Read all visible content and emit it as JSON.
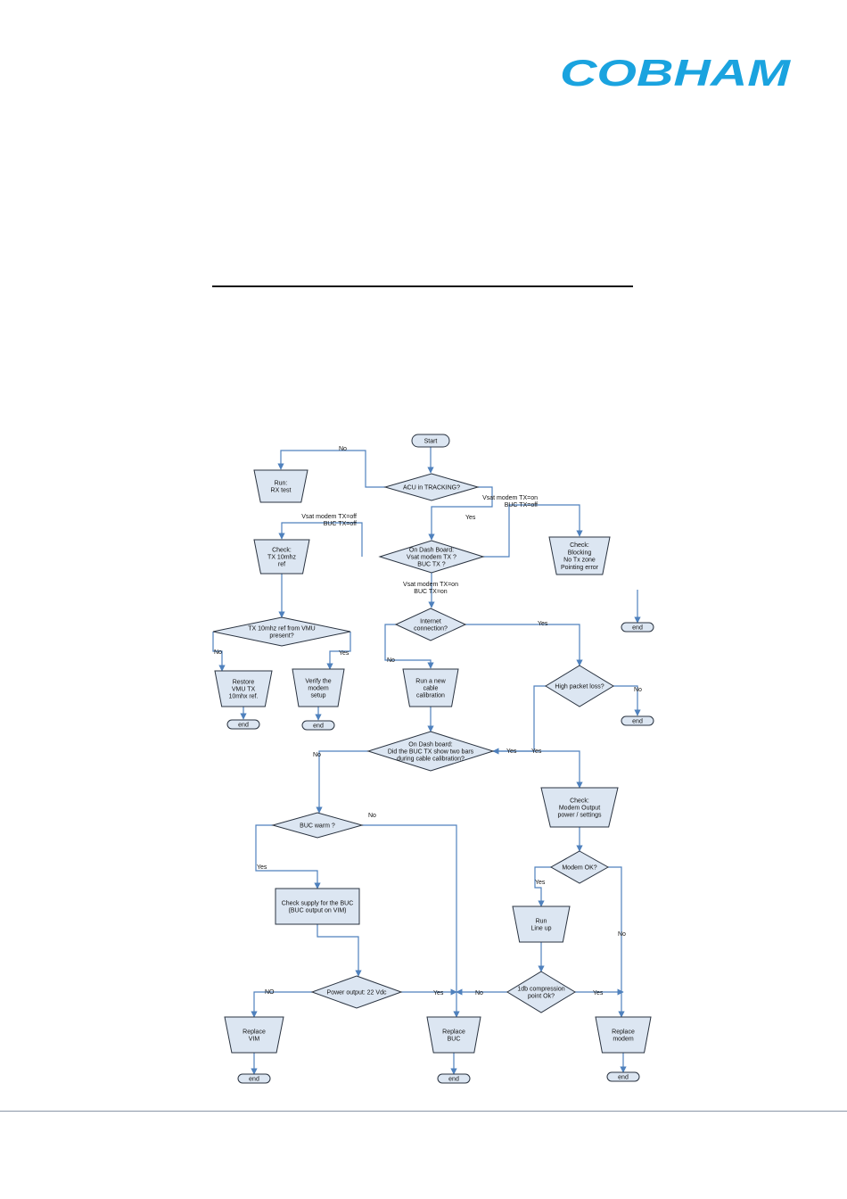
{
  "header": {
    "logo_text": "COBHAM",
    "brand_color": "#1aa3df"
  },
  "flowchart": {
    "nodes": [
      {
        "id": "start",
        "shape": "terminal",
        "lines": [
          "Start"
        ]
      },
      {
        "id": "acu",
        "shape": "decision",
        "lines": [
          "ACU in TRACKING?"
        ]
      },
      {
        "id": "rx",
        "shape": "manual",
        "lines": [
          "Run:",
          "RX test"
        ]
      },
      {
        "id": "dash1",
        "shape": "decision",
        "lines": [
          "On Dash Board:",
          "Vsat modem TX ?",
          "BUC TX ?"
        ]
      },
      {
        "id": "block",
        "shape": "manual",
        "lines": [
          "Check:",
          "Blocking",
          "No Tx zone",
          "Pointing error"
        ]
      },
      {
        "id": "end_block",
        "shape": "terminal",
        "lines": [
          "end"
        ]
      },
      {
        "id": "tx10",
        "shape": "manual",
        "lines": [
          "Check:",
          "TX 10mhz",
          "ref"
        ]
      },
      {
        "id": "txref",
        "shape": "decision",
        "lines": [
          "TX 10mhz ref from VMU",
          "present?"
        ]
      },
      {
        "id": "restore",
        "shape": "manual",
        "lines": [
          "Restore",
          "VMU TX",
          "10mhx ref."
        ]
      },
      {
        "id": "verify",
        "shape": "manual",
        "lines": [
          "Verify the",
          "modem",
          "setup"
        ]
      },
      {
        "id": "end_restore",
        "shape": "terminal",
        "lines": [
          "end"
        ]
      },
      {
        "id": "end_verify",
        "shape": "terminal",
        "lines": [
          "end"
        ]
      },
      {
        "id": "internet",
        "shape": "decision",
        "lines": [
          "Internet",
          "connection?"
        ]
      },
      {
        "id": "cal",
        "shape": "manual",
        "lines": [
          "Run a new",
          "cable",
          "calibration"
        ]
      },
      {
        "id": "packet",
        "shape": "decision",
        "lines": [
          "High packet loss?"
        ]
      },
      {
        "id": "end_packet",
        "shape": "terminal",
        "lines": [
          "end"
        ]
      },
      {
        "id": "dash2",
        "shape": "decision",
        "lines": [
          "On Dash board:",
          "Did the BUC TX show two bars",
          "during cable calibration?"
        ]
      },
      {
        "id": "modem_out",
        "shape": "manual",
        "lines": [
          "Check:",
          "Modem Output",
          "power / settings"
        ]
      },
      {
        "id": "bucwarm",
        "shape": "decision",
        "lines": [
          "BUC warm ?"
        ]
      },
      {
        "id": "modemok",
        "shape": "decision",
        "lines": [
          "Modem OK?"
        ]
      },
      {
        "id": "supply",
        "shape": "process",
        "lines": [
          "Check supply for the BUC",
          "(BUC output on VIM)"
        ]
      },
      {
        "id": "lineup",
        "shape": "manual",
        "lines": [
          "Run",
          "Line up"
        ]
      },
      {
        "id": "power",
        "shape": "decision",
        "lines": [
          "Power output: 22 Vdc"
        ]
      },
      {
        "id": "onedb",
        "shape": "decision",
        "lines": [
          "1db compression",
          "point Ok?"
        ]
      },
      {
        "id": "rvim",
        "shape": "manual",
        "lines": [
          "Replace",
          "VIM"
        ]
      },
      {
        "id": "rbuc",
        "shape": "manual",
        "lines": [
          "Replace",
          "BUC"
        ]
      },
      {
        "id": "rmodem",
        "shape": "manual",
        "lines": [
          "Replace",
          "modem"
        ]
      },
      {
        "id": "end_vim",
        "shape": "terminal",
        "lines": [
          "end"
        ]
      },
      {
        "id": "end_buc",
        "shape": "terminal",
        "lines": [
          "end"
        ]
      },
      {
        "id": "end_modem",
        "shape": "terminal",
        "lines": [
          "end"
        ]
      }
    ],
    "edge_labels": [
      {
        "id": "acu_no",
        "lines": [
          "No"
        ]
      },
      {
        "id": "acu_yes",
        "lines": [
          "Yes"
        ]
      },
      {
        "id": "vsat_off",
        "lines": [
          "Vsat modem TX=off",
          "BUC TX=off"
        ]
      },
      {
        "id": "vsat_on_off",
        "lines": [
          "Vsat modem TX=on",
          "BUC TX=off"
        ]
      },
      {
        "id": "vsat_on_on",
        "lines": [
          "Vsat modem TX=on",
          "BUC TX=on"
        ]
      },
      {
        "id": "txref_no",
        "lines": [
          "No"
        ]
      },
      {
        "id": "txref_yes",
        "lines": [
          "Yes"
        ]
      },
      {
        "id": "inet_no",
        "lines": [
          "No"
        ]
      },
      {
        "id": "inet_yes",
        "lines": [
          "Yes"
        ]
      },
      {
        "id": "packet_no",
        "lines": [
          "No"
        ]
      },
      {
        "id": "dash2_no",
        "lines": [
          "No"
        ]
      },
      {
        "id": "dash2_yes",
        "lines": [
          "Yes"
        ]
      },
      {
        "id": "packet_yes",
        "lines": [
          "Yes"
        ]
      },
      {
        "id": "warm_no",
        "lines": [
          "No"
        ]
      },
      {
        "id": "warm_yes",
        "lines": [
          "Yes"
        ]
      },
      {
        "id": "modemok_yes",
        "lines": [
          "Yes"
        ]
      },
      {
        "id": "modemok_no",
        "lines": [
          "No"
        ]
      },
      {
        "id": "power_no",
        "lines": [
          "NO"
        ]
      },
      {
        "id": "power_yes",
        "lines": [
          "Yes"
        ]
      },
      {
        "id": "onedb_no",
        "lines": [
          "No"
        ]
      },
      {
        "id": "onedb_yes",
        "lines": [
          "Yes"
        ]
      }
    ]
  }
}
